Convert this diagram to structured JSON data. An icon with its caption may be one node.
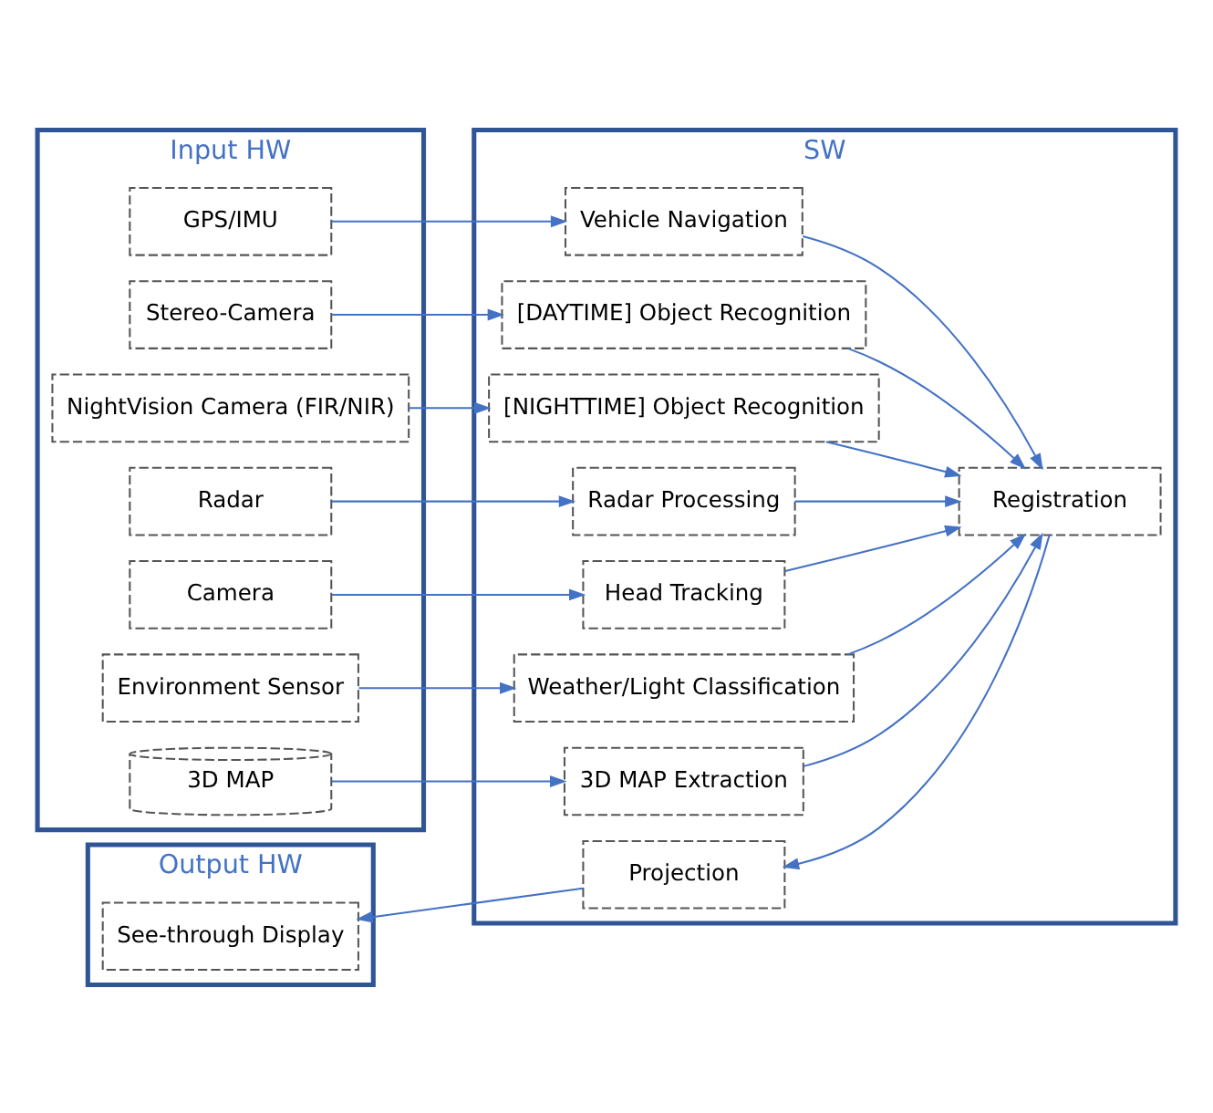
{
  "diagram": {
    "nodes": [
      {
        "text": [
          "Input HW"
        ]
      },
      {
        "text": [
          "GPS/IMU"
        ],
        "in": 0
      },
      {
        "text": [
          "Stereo-Camera"
        ],
        "in": 0
      },
      {
        "text": [
          "NightVision Camera (FIR/NIR)"
        ],
        "in": 0
      },
      {
        "text": [
          "Radar"
        ],
        "in": 0
      },
      {
        "text": [
          "Camera"
        ],
        "in": 0
      },
      {
        "text": [
          "Environment Sensor"
        ],
        "in": 0
      },
      {
        "text": [
          "3D MAP"
        ],
        "in": 0
      },
      {
        "text": [
          "Output HW"
        ]
      },
      {
        "text": [
          "See-through Display"
        ],
        "in": 8
      },
      {
        "text": [
          "SW"
        ]
      },
      {
        "text": [
          "Vehicle Navigation"
        ],
        "in": 10
      },
      {
        "text": [
          "[DAYTIME] Object Recognition"
        ],
        "in": 10
      },
      {
        "text": [
          "[NIGHTTIME] Object Recognition"
        ],
        "in": 10
      },
      {
        "text": [
          "Radar Processing"
        ],
        "in": 10
      },
      {
        "text": [
          "Head Tracking"
        ],
        "in": 10
      },
      {
        "text": [
          "Weather/Light Classification"
        ],
        "in": 10
      },
      {
        "text": [
          "3D MAP Extraction"
        ],
        "in": 10
      },
      {
        "text": [
          "Registration"
        ],
        "in": 10
      },
      {
        "text": [
          "Projection"
        ],
        "in": 10
      }
    ],
    "edges": [
      {
        "from": 1,
        "to": 11,
        "arrow": "to"
      },
      {
        "from": 2,
        "to": 12,
        "arrow": "to"
      },
      {
        "from": 3,
        "to": 13,
        "arrow": "to"
      },
      {
        "from": 4,
        "to": 14,
        "arrow": "to"
      },
      {
        "from": 5,
        "to": 15,
        "arrow": "to"
      },
      {
        "from": 6,
        "to": 16,
        "arrow": "to"
      },
      {
        "from": 7,
        "to": 17,
        "arrow": "to"
      },
      {
        "from": 11,
        "to": 18,
        "arrow": "to"
      },
      {
        "from": 12,
        "to": 18,
        "arrow": "to"
      },
      {
        "from": 13,
        "to": 18,
        "arrow": "to"
      },
      {
        "from": 14,
        "to": 18,
        "arrow": "to"
      },
      {
        "from": 15,
        "to": 18,
        "arrow": "to"
      },
      {
        "from": 16,
        "to": 18,
        "arrow": "to"
      },
      {
        "from": 17,
        "to": 18,
        "arrow": "to"
      },
      {
        "from": 18,
        "to": 19,
        "arrow": "to"
      },
      {
        "from": 19,
        "to": 9,
        "arrow": "to"
      }
    ]
  }
}
